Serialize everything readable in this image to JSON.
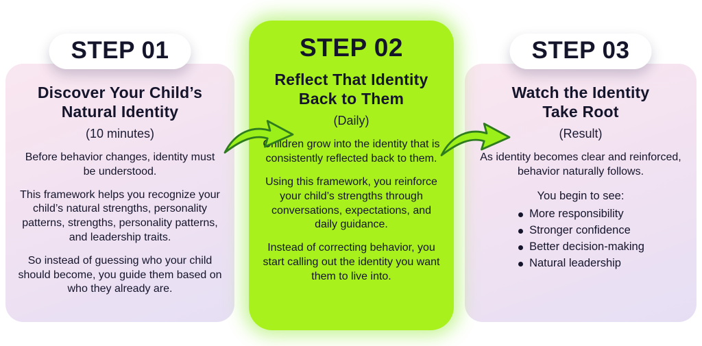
{
  "colors": {
    "card_side_top": "#f9e6f0",
    "card_side_bottom": "#e6dff4",
    "card_mid_green": "#a9f11c",
    "arrow_fill": "#9bf019",
    "arrow_outline": "#2e7c1e",
    "text": "#14142b"
  },
  "steps": [
    {
      "badge": "STEP 01",
      "title": "Discover Your Child’s Natural Identity",
      "subtitle": "(10 minutes)",
      "paragraphs": [
        "Before behavior changes, identity must be understood.",
        "This framework helps you recognize your child’s natural strengths, personality patterns, strengths, personality patterns, and leadership traits.",
        "So instead of guessing who your child should become, you guide them based on who they already are."
      ]
    },
    {
      "badge": "STEP 02",
      "title": "Reflect That Identity Back to Them",
      "subtitle": "(Daily)",
      "paragraphs": [
        "Children grow into the identity that is consistently reflected back to them.",
        "Using this framework, you reinforce your child’s strengths through conversations, expectations, and daily guidance.",
        "Instead of correcting behavior, you start calling out the identity you want them to live into."
      ]
    },
    {
      "badge": "STEP 03",
      "title": "Watch the Identity Take Root",
      "subtitle": "(Result)",
      "paragraphs": [
        "As identity becomes clear and reinforced, behavior naturally follows."
      ],
      "list_intro": "You begin to see:",
      "bullets": [
        "More responsibility",
        "Stronger confidence",
        "Better decision-making",
        "Natural leadership"
      ]
    }
  ]
}
